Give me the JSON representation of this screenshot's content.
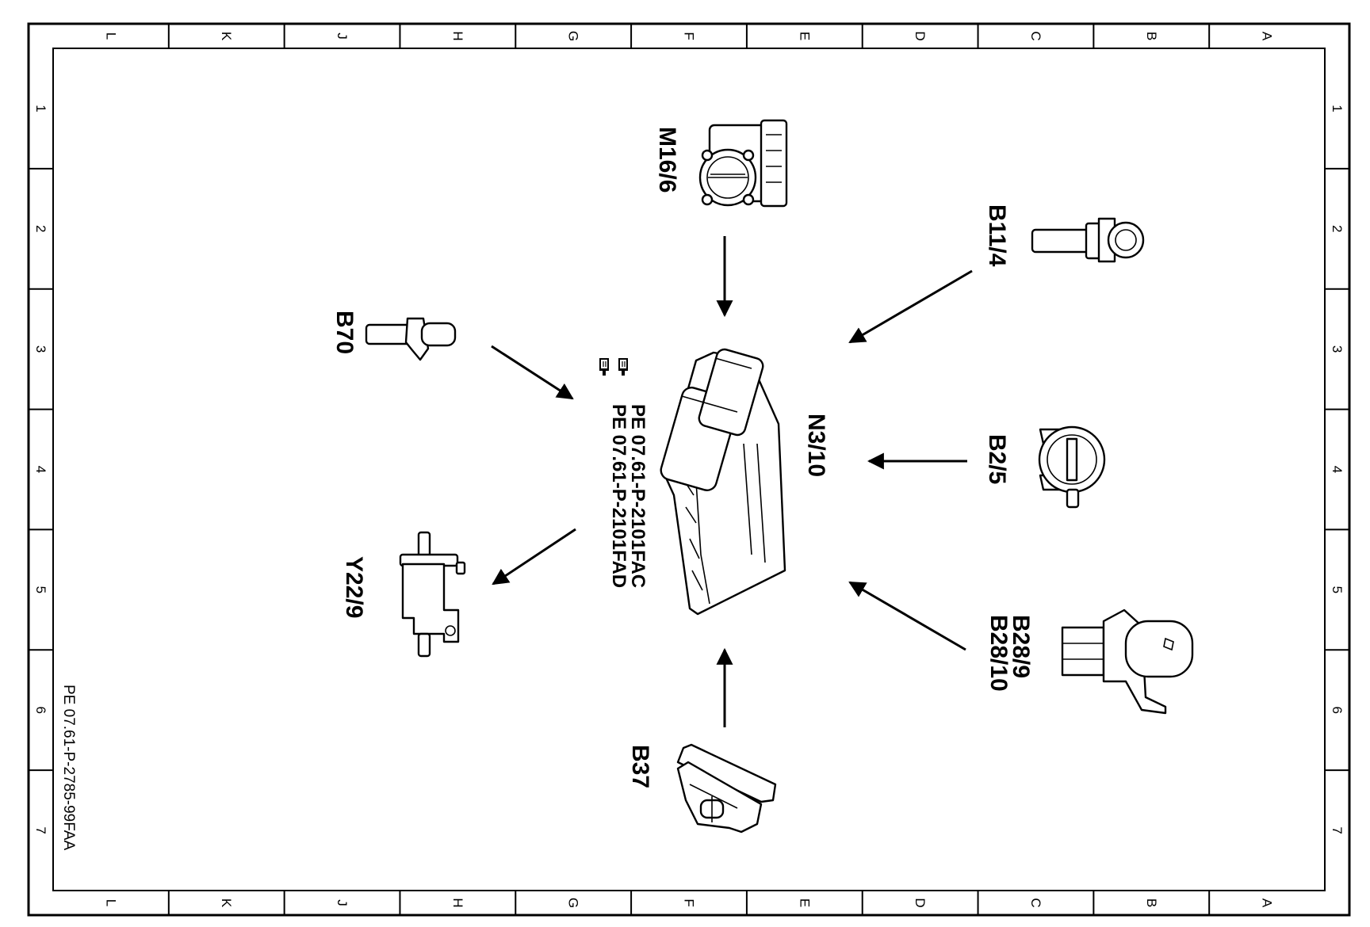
{
  "grid": {
    "columns": [
      "L",
      "K",
      "J",
      "H",
      "G",
      "F",
      "E",
      "D",
      "C",
      "B",
      "A"
    ],
    "rows": [
      "1",
      "2",
      "3",
      "4",
      "5",
      "6",
      "7"
    ]
  },
  "document_id": "PE 07.61-P-2785-99FAA",
  "control_unit": {
    "label": "N3/10",
    "references": [
      "PE 07.61-P-2101FAC",
      "PE 07.61-P-2101FAD"
    ]
  },
  "components": [
    {
      "id": "m16-6",
      "label": "M16/6",
      "icon": "throttle-valve-actuator-icon"
    },
    {
      "id": "b11-4",
      "label": "B11/4",
      "icon": "coolant-temperature-sensor-icon"
    },
    {
      "id": "b70",
      "label": "B70",
      "icon": "crankshaft-hall-sensor-icon"
    },
    {
      "id": "b2-5",
      "label": "B2/5",
      "icon": "hot-film-mass-air-flow-sensor-icon"
    },
    {
      "id": "y22-9",
      "label": "Y22/9",
      "icon": "changeover-valve-icon"
    },
    {
      "id": "b28-9",
      "label": "B28/9",
      "icon": "pressure-sensor-icon"
    },
    {
      "id": "b28-10",
      "label": "B28/10",
      "icon": "pressure-sensor-icon"
    },
    {
      "id": "b37",
      "label": "B37",
      "icon": "accelerator-pedal-sensor-icon"
    }
  ],
  "reference_icon": "pointing-hand-icon",
  "colors": {
    "ink": "#000000",
    "paper": "#ffffff"
  }
}
